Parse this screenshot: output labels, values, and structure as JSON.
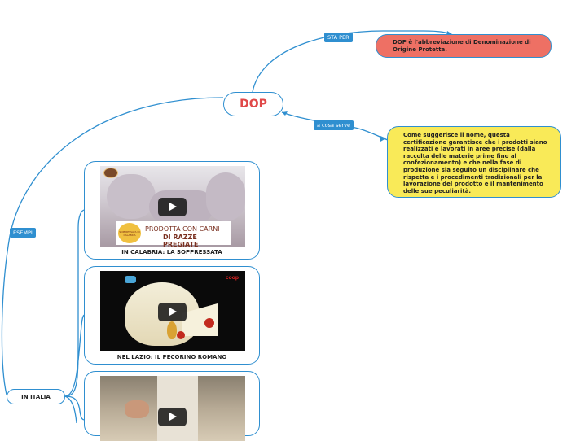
{
  "central": {
    "title": "DOP"
  },
  "branches": {
    "sta_per": {
      "label": "STA PER",
      "text": "DOP è l'abbreviazione di Denominazione di Origine Protetta."
    },
    "a_cosa_serve": {
      "label": "a cosa serve",
      "text": "Come suggerisce il nome, questa certificazione garantisce che i prodotti siano realizzati e lavorati in aree precise (dalla raccolta delle materie prime fino al confezionamento) e che nella fase di produzione sia seguito un disciplinare che rispetta e i procedimenti tradizionali per la lavorazione del prodotto e il mantenimento delle sue peculiarità."
    },
    "esempi": {
      "label": "ESEMPI"
    }
  },
  "in_italia": {
    "label": "IN ITALIA"
  },
  "cards": [
    {
      "caption": "IN CALABRIA: LA SOPPRESSATA",
      "overlay_text": "PRODOTTA CON CARNI",
      "overlay_text2": "DI RAZZE PREGIATE",
      "badge_text": "SOPPRESSATA DI CALABRIA"
    },
    {
      "caption": "NEL LAZIO: IL PECORINO ROMANO",
      "corner_text": "coop"
    },
    {
      "caption": ""
    }
  ],
  "colors": {
    "accent": "#2f8fd0",
    "red_node": "#ee7064",
    "yellow_node": "#f9ea58",
    "title": "#e04848"
  },
  "icons": [
    "play-icon"
  ]
}
